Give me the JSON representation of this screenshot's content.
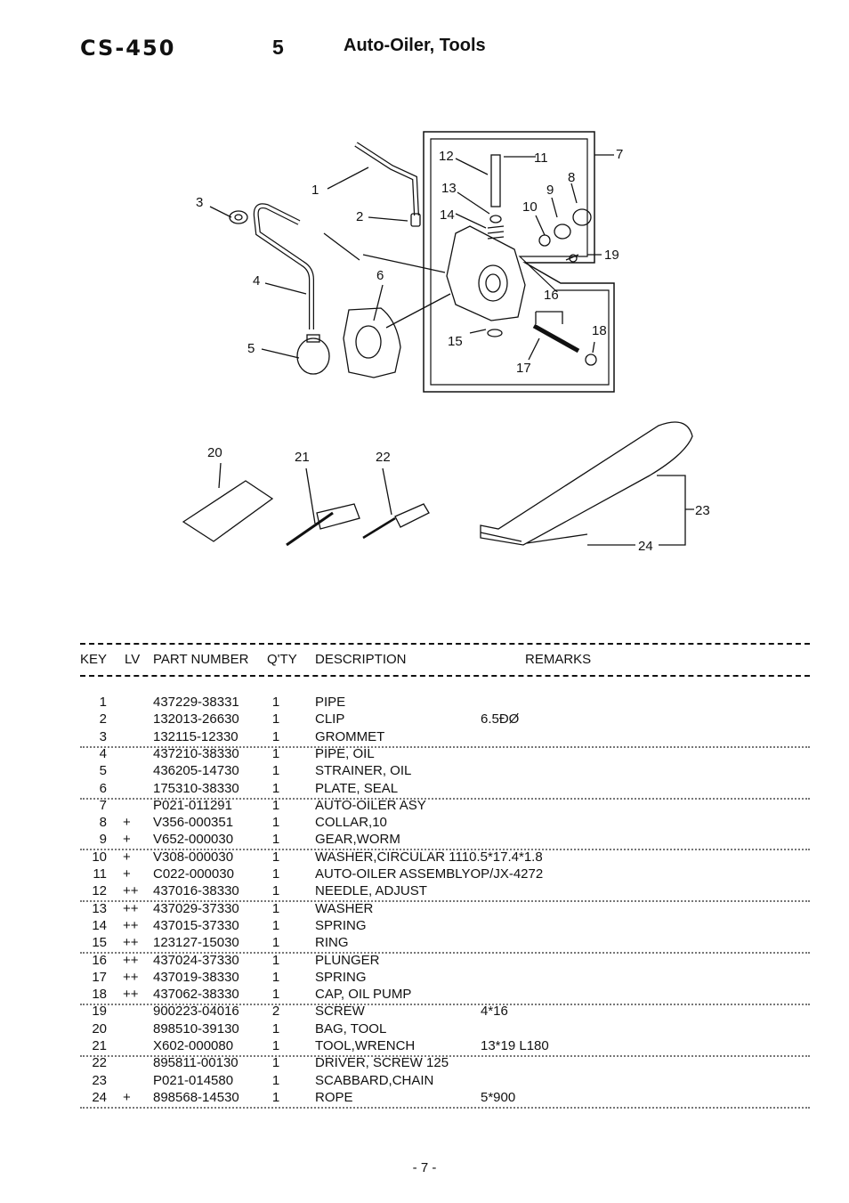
{
  "header": {
    "model": "CS-450",
    "section_number": "5",
    "section_title": "Auto-Oiler, Tools"
  },
  "callouts": [
    "1",
    "2",
    "3",
    "4",
    "5",
    "6",
    "7",
    "8",
    "9",
    "10",
    "11",
    "12",
    "13",
    "14",
    "15",
    "16",
    "17",
    "18",
    "19",
    "20",
    "21",
    "22",
    "23",
    "24"
  ],
  "table": {
    "columns": {
      "key": "KEY",
      "lv": "LV",
      "part_number": "PART NUMBER",
      "qty": "Q'TY",
      "description": "DESCRIPTION",
      "remarks": "REMARKS"
    },
    "rows": [
      {
        "key": "1",
        "lv": "",
        "part_number": "437229-38331",
        "qty": "1",
        "description": "PIPE",
        "remarks": "",
        "dotted": false
      },
      {
        "key": "2",
        "lv": "",
        "part_number": "132013-26630",
        "qty": "1",
        "description": "CLIP",
        "remarks": "6.5ÐØ",
        "dotted": false
      },
      {
        "key": "3",
        "lv": "",
        "part_number": "132115-12330",
        "qty": "1",
        "description": "GROMMET",
        "remarks": "",
        "dotted": true
      },
      {
        "key": "4",
        "lv": "",
        "part_number": "437210-38330",
        "qty": "1",
        "description": "PIPE, OIL",
        "remarks": "",
        "dotted": false
      },
      {
        "key": "5",
        "lv": "",
        "part_number": "436205-14730",
        "qty": "1",
        "description": "STRAINER, OIL",
        "remarks": "",
        "dotted": false
      },
      {
        "key": "6",
        "lv": "",
        "part_number": "175310-38330",
        "qty": "1",
        "description": "PLATE, SEAL",
        "remarks": "",
        "dotted": true
      },
      {
        "key": "7",
        "lv": "",
        "part_number": "P021-011291",
        "qty": "1",
        "description": "AUTO-OILER ASY",
        "remarks": "",
        "dotted": false
      },
      {
        "key": "8",
        "lv": "+",
        "part_number": "V356-000351",
        "qty": "1",
        "description": "COLLAR,10",
        "remarks": "",
        "dotted": false
      },
      {
        "key": "9",
        "lv": "+",
        "part_number": "V652-000030",
        "qty": "1",
        "description": "GEAR,WORM",
        "remarks": "",
        "dotted": true
      },
      {
        "key": "10",
        "lv": "+",
        "part_number": "V308-000030",
        "qty": "1",
        "description": "WASHER,CIRCULAR 1110.5*17.4*1.8",
        "remarks": "",
        "dotted": false
      },
      {
        "key": "11",
        "lv": "+",
        "part_number": "C022-000030",
        "qty": "1",
        "description": "AUTO-OILER ASSEMBLYOP/JX-4272",
        "remarks": "",
        "dotted": false
      },
      {
        "key": "12",
        "lv": "++",
        "part_number": "437016-38330",
        "qty": "1",
        "description": "NEEDLE, ADJUST",
        "remarks": "",
        "dotted": true
      },
      {
        "key": "13",
        "lv": "++",
        "part_number": "437029-37330",
        "qty": "1",
        "description": "WASHER",
        "remarks": "",
        "dotted": false
      },
      {
        "key": "14",
        "lv": "++",
        "part_number": "437015-37330",
        "qty": "1",
        "description": "SPRING",
        "remarks": "",
        "dotted": false
      },
      {
        "key": "15",
        "lv": "++",
        "part_number": "123127-15030",
        "qty": "1",
        "description": "RING",
        "remarks": "",
        "dotted": true
      },
      {
        "key": "16",
        "lv": "++",
        "part_number": "437024-37330",
        "qty": "1",
        "description": "PLUNGER",
        "remarks": "",
        "dotted": false
      },
      {
        "key": "17",
        "lv": "++",
        "part_number": "437019-38330",
        "qty": "1",
        "description": "SPRING",
        "remarks": "",
        "dotted": false
      },
      {
        "key": "18",
        "lv": "++",
        "part_number": "437062-38330",
        "qty": "1",
        "description": "CAP, OIL PUMP",
        "remarks": "",
        "dotted": true
      },
      {
        "key": "19",
        "lv": "",
        "part_number": "900223-04016",
        "qty": "2",
        "description": "SCREW",
        "remarks": "4*16",
        "dotted": false
      },
      {
        "key": "20",
        "lv": "",
        "part_number": "898510-39130",
        "qty": "1",
        "description": "BAG, TOOL",
        "remarks": "",
        "dotted": false
      },
      {
        "key": "21",
        "lv": "",
        "part_number": "X602-000080",
        "qty": "1",
        "description": "TOOL,WRENCH",
        "remarks": "13*19 L180",
        "dotted": true
      },
      {
        "key": "22",
        "lv": "",
        "part_number": "895811-00130",
        "qty": "1",
        "description": "DRIVER, SCREW  125",
        "remarks": "",
        "dotted": false
      },
      {
        "key": "23",
        "lv": "",
        "part_number": "P021-014580",
        "qty": "1",
        "description": "SCABBARD,CHAIN",
        "remarks": "",
        "dotted": false
      },
      {
        "key": "24",
        "lv": "+",
        "part_number": "898568-14530",
        "qty": "1",
        "description": "ROPE",
        "remarks": "5*900",
        "dotted": true
      }
    ]
  },
  "footer": {
    "page_number": "- 7 -"
  }
}
